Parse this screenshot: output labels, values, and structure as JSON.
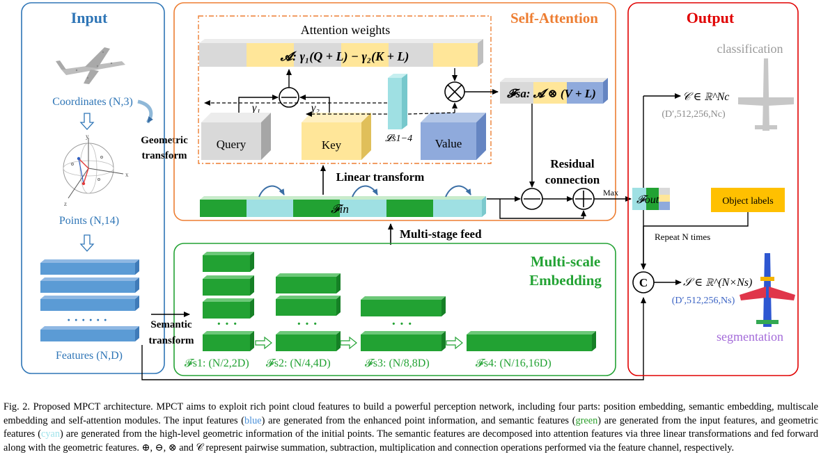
{
  "sections": {
    "input_title": "Input",
    "self_attention_title": "Self-Attention",
    "output_title": "Output",
    "multiscale_title_line1": "Multi-scale",
    "multiscale_title_line2": "Embedding"
  },
  "input": {
    "coordinates": "Coordinates (N,3)",
    "points": "Points (N,14)",
    "features": "Features (N,D)",
    "dots": "· · · · · ·"
  },
  "geometric_transform": {
    "line1": "Geometric",
    "line2": "transform"
  },
  "semantic_transform": {
    "line1": "Semantic",
    "line2": "transform"
  },
  "attention": {
    "weights_label": "Attention weights",
    "formula": "𝓐: γ₁(Q + L) − γ₂(K + L)",
    "gamma1": "γ₁",
    "gamma2": "γ₂",
    "query": "Query",
    "key": "Key",
    "value": "Value",
    "ls_label": "𝓛s1−4",
    "fsa_formula": "𝓕sa: 𝓐 ⊗ (V + L)",
    "linear_transform": "Linear transform",
    "fin": "𝓕in",
    "residual_line1": "Residual",
    "residual_line2": "connection",
    "max": "Max"
  },
  "multistage_feed": "Multi-stage feed",
  "multiscale": {
    "fs1": "𝓕s1: (N/2,2D)",
    "fs2": "𝓕s2: (N/4,4D)",
    "fs3": "𝓕s3: (N/8,8D)",
    "fs4": "𝓕s4: (N/16,16D)",
    "dots": "· · ·"
  },
  "output": {
    "classification": "classification",
    "c_formula": "𝒞 ∈ ℝ^Nc",
    "c_dims": "(D′,512,256,Nc)",
    "fout": "𝓕out",
    "object_labels": "Object labels",
    "repeat": "Repeat N times",
    "concat": "C",
    "s_formula": "𝒮 ∈ ℝ^(N×Ns)",
    "s_dims": "(D′,512,256,Ns)",
    "segmentation": "segmentation"
  },
  "caption": {
    "p1": "Fig. 2.  Proposed MPCT architecture. MPCT aims to exploit rich point cloud features to build a powerful perception network, including four parts: position embedding, semantic embedding, multiscale embedding and self-attention modules. The input features (",
    "blue": "blue",
    "p2": ") are generated from the enhanced point information, and semantic features (",
    "green": "green",
    "p3": ") are generated from the input features, and geometric features (",
    "cyan": "cyan",
    "p4": ") are generated from the high-level geometric information of the initial points. The semantic features are decomposed into attention features via three linear transformations and fed forward along with the geometric features. ⊕, ⊖, ⊗ and 𝒞 represent pairwise summation, subtraction, multiplication and connection operations performed via the feature channel, respectively."
  },
  "colors": {
    "input_blue": "#5b9bd5",
    "green": "#22a233",
    "cyan": "#9fe0e3",
    "yellow": "#ffe699",
    "value_blue": "#8faadc",
    "gray": "#d9d9d9",
    "orange": "#ed7d31",
    "red": "#e00000",
    "object_labels": "#ffc000"
  }
}
